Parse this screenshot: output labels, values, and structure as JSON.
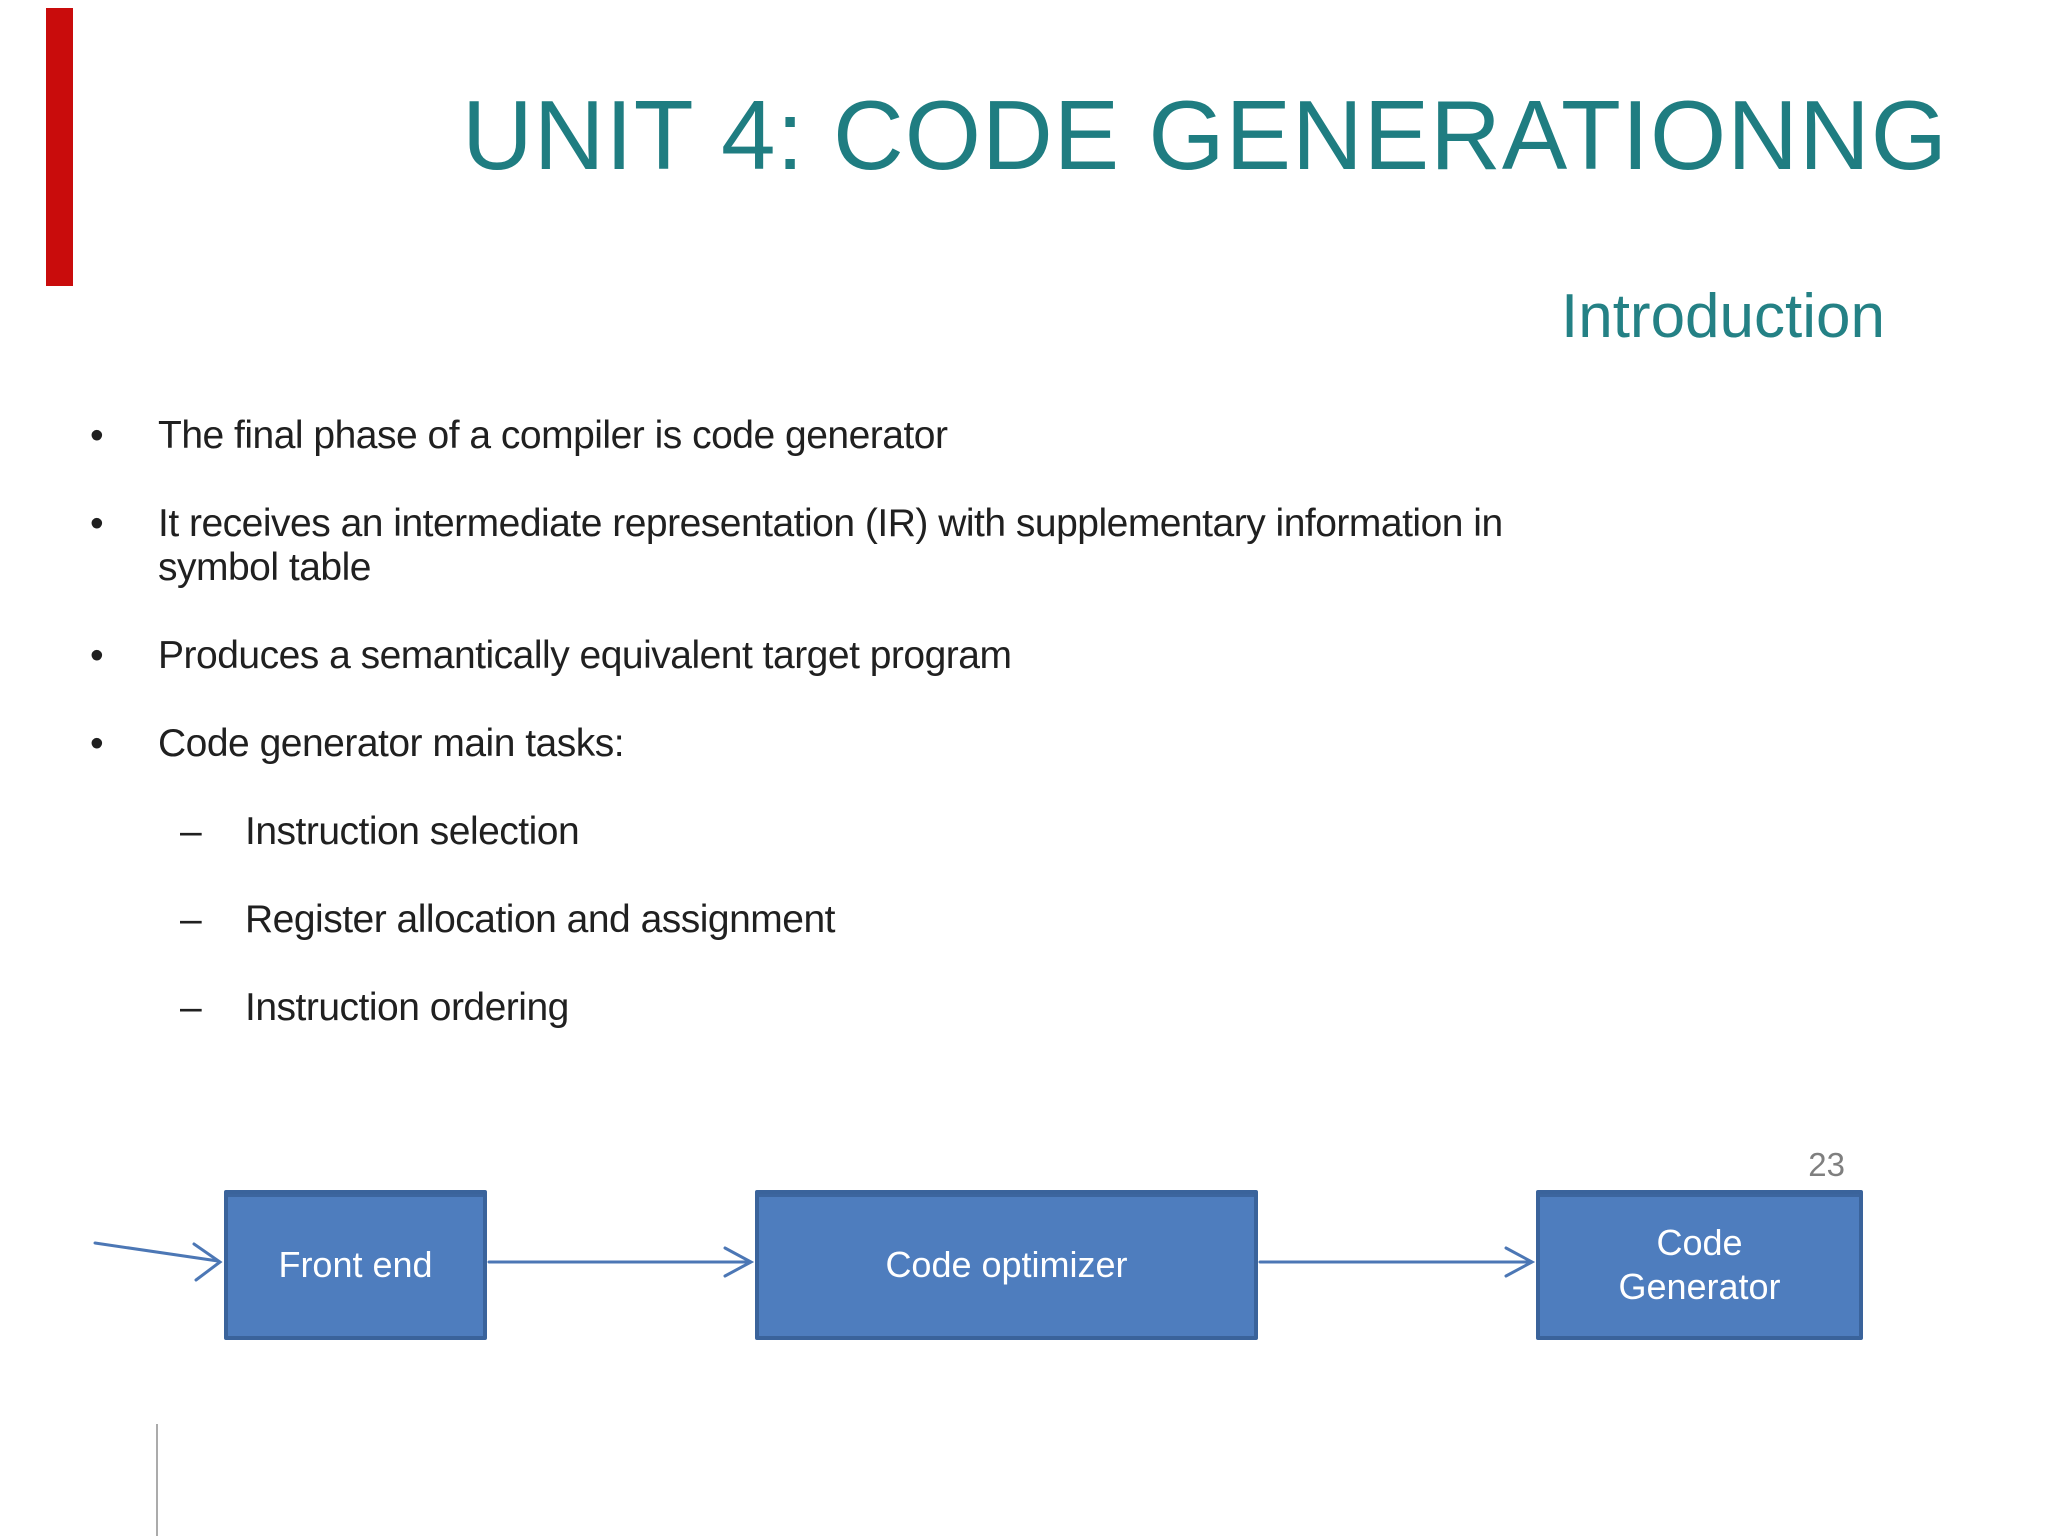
{
  "slide": {
    "title": "UNIT 4: CODE GENERATIONNG",
    "subtitle": "Introduction",
    "page_number": "23",
    "bullet_marker": "•",
    "sub_marker": "–",
    "bullets": [
      {
        "lines": [
          "The final phase of a compiler is code generator"
        ]
      },
      {
        "lines": [
          "It receives an intermediate representation (IR) with supplementary information in",
          "symbol table"
        ]
      },
      {
        "lines": [
          "Produces a semantically equivalent target program"
        ]
      },
      {
        "lines": [
          "Code generator main tasks:"
        ]
      }
    ],
    "sub_bullets": [
      {
        "lines": [
          "Instruction selection"
        ]
      },
      {
        "lines": [
          "Register allocation and assignment"
        ]
      },
      {
        "lines": [
          "Instruction ordering"
        ]
      }
    ],
    "diagram": {
      "boxes": [
        {
          "lines": [
            "Front end"
          ]
        },
        {
          "lines": [
            "Code optimizer"
          ]
        },
        {
          "lines": [
            "Code",
            "Generator"
          ]
        }
      ]
    },
    "colors": {
      "title_teal": "#1F7D81",
      "body_text": "#202020",
      "box_fill": "#4E7DBE",
      "box_border": "#3A639B",
      "arrow_blue": "#4C77B5",
      "red_accent": "#C90C0C",
      "page_number_gray": "#7F7F7F"
    }
  }
}
